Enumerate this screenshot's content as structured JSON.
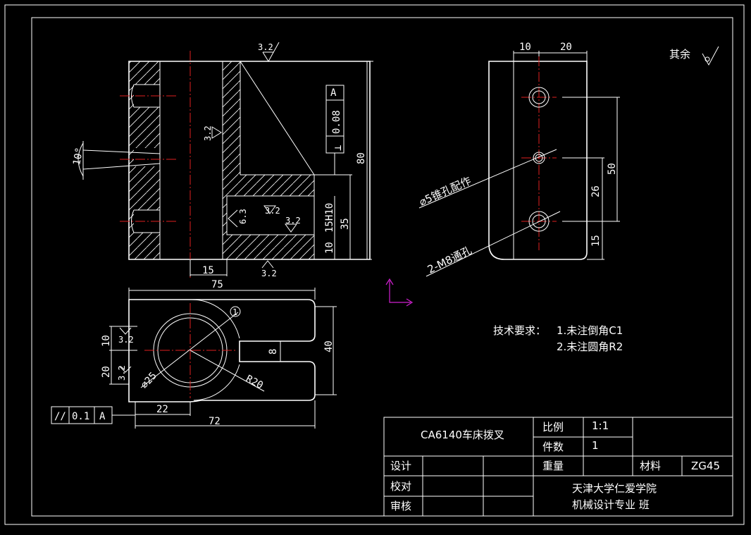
{
  "drawing": {
    "background": "#000000",
    "line_color": "#ffffff",
    "centerline_color": "#e02020",
    "ucs_color": "#d020d0"
  },
  "front_view": {
    "dim_width_15": "15",
    "dim_height_80": "80",
    "dim_height_35": "35",
    "dim_slot_15H10": "15H10",
    "dim_height_10": "10",
    "angle_10": "10°",
    "roughness_top": "3.2",
    "roughness_bore": "3.2",
    "roughness_slot_upper": "3.2",
    "roughness_slot_inner": "3.2",
    "roughness_slot_side": "6.3",
    "roughness_bottom": "3.2",
    "fcf_symbol": "⊥",
    "fcf_tolerance": "0.08",
    "fcf_datum": "A"
  },
  "side_view": {
    "dim_10": "10",
    "dim_20": "20",
    "dim_50": "50",
    "dim_26": "26",
    "dim_15": "15",
    "note_taper_hole": "⌀5锥孔配作",
    "note_through_hole": "2-M8通孔"
  },
  "general_roughness": {
    "label": "其余"
  },
  "top_view": {
    "dim_75": "75",
    "dim_40": "40",
    "dim_8": "8",
    "dim_10": "10",
    "dim_20": "20",
    "dim_22": "22",
    "dim_72": "72",
    "dim_dia25": "⌀25",
    "dim_R20": "R20",
    "balloon": "1",
    "roughness_a": "3.2",
    "roughness_b": "3.2",
    "fcf_symbol": "//",
    "fcf_tolerance": "0.1",
    "fcf_datum": "A"
  },
  "tech_requirements": {
    "title": "技术要求：",
    "item1": "1.未注倒角C1",
    "item2": "2.未注圆角R2"
  },
  "title_block": {
    "part_name": "CA6140车床拨叉",
    "scale_label": "比例",
    "scale_value": "1:1",
    "quantity_label": "件数",
    "quantity_value": "1",
    "design_label": "设计",
    "weight_label": "重量",
    "material_label": "材料",
    "material_value": "ZG45",
    "check_label": "校对",
    "review_label": "审核",
    "school": "天津大学仁爱学院",
    "major": "机械设计专业   班"
  }
}
